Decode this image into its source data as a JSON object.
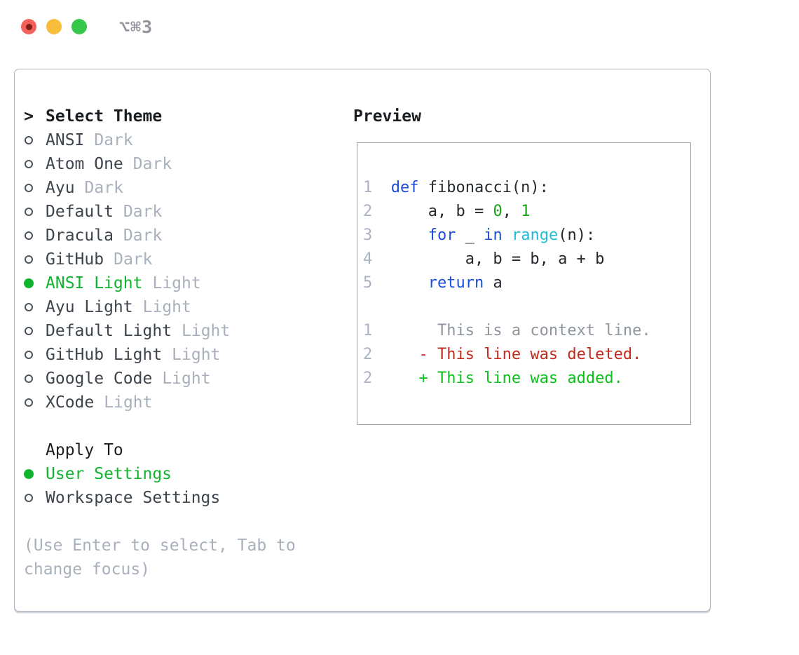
{
  "window": {
    "shortcut": "⌥⌘3"
  },
  "theme_panel": {
    "prefix": ">",
    "title": "Select Theme",
    "items": [
      {
        "name": "ANSI",
        "tag": "Dark",
        "selected": false
      },
      {
        "name": "Atom One",
        "tag": "Dark",
        "selected": false
      },
      {
        "name": "Ayu",
        "tag": "Dark",
        "selected": false
      },
      {
        "name": "Default",
        "tag": "Dark",
        "selected": false
      },
      {
        "name": "Dracula",
        "tag": "Dark",
        "selected": false
      },
      {
        "name": "GitHub",
        "tag": "Dark",
        "selected": false
      },
      {
        "name": "ANSI Light",
        "tag": "Light",
        "selected": true
      },
      {
        "name": "Ayu Light",
        "tag": "Light",
        "selected": false
      },
      {
        "name": "Default Light",
        "tag": "Light",
        "selected": false
      },
      {
        "name": "GitHub Light",
        "tag": "Light",
        "selected": false
      },
      {
        "name": "Google Code",
        "tag": "Light",
        "selected": false
      },
      {
        "name": "XCode",
        "tag": "Light",
        "selected": false
      }
    ]
  },
  "apply_panel": {
    "title": "Apply To",
    "items": [
      {
        "label": "User Settings",
        "selected": true
      },
      {
        "label": "Workspace Settings",
        "selected": false
      }
    ]
  },
  "hint": "(Use Enter to select, Tab to change focus)",
  "preview": {
    "title": "Preview",
    "code_lines": [
      {
        "num": "1",
        "segments": [
          {
            "text": "def",
            "cls": "kw"
          },
          {
            "text": " fibonacci(n):",
            "cls": "plain"
          }
        ]
      },
      {
        "num": "2",
        "segments": [
          {
            "text": "    a, b = ",
            "cls": "plain"
          },
          {
            "text": "0",
            "cls": "num"
          },
          {
            "text": ", ",
            "cls": "plain"
          },
          {
            "text": "1",
            "cls": "num"
          }
        ]
      },
      {
        "num": "3",
        "segments": [
          {
            "text": "    ",
            "cls": "plain"
          },
          {
            "text": "for",
            "cls": "kw"
          },
          {
            "text": " _ ",
            "cls": "plain"
          },
          {
            "text": "in",
            "cls": "kw"
          },
          {
            "text": " ",
            "cls": "plain"
          },
          {
            "text": "range",
            "cls": "fn"
          },
          {
            "text": "(n):",
            "cls": "plain"
          }
        ]
      },
      {
        "num": "4",
        "segments": [
          {
            "text": "        a, b = b, a + b",
            "cls": "plain"
          }
        ]
      },
      {
        "num": "5",
        "segments": [
          {
            "text": "    ",
            "cls": "plain"
          },
          {
            "text": "return",
            "cls": "kw"
          },
          {
            "text": " a",
            "cls": "plain"
          }
        ]
      },
      {
        "num": "",
        "segments": []
      },
      {
        "num": "1",
        "segments": [
          {
            "text": "     This is a context line.",
            "cls": "ctx"
          }
        ]
      },
      {
        "num": "2",
        "segments": [
          {
            "text": "   - This line was deleted.",
            "cls": "del"
          }
        ]
      },
      {
        "num": "2",
        "segments": [
          {
            "text": "   + This line was added.",
            "cls": "add"
          }
        ]
      }
    ]
  },
  "colors": {
    "accent": "#10b42e",
    "keyword_blue": "#1a4fd6",
    "function_cyan": "#22bdd4",
    "number_green": "#16a316",
    "deleted_red": "#c42b1c",
    "added_green": "#0cc11c",
    "muted_gray": "#a8b0bc",
    "traffic_red": "#f2605a",
    "traffic_yellow": "#f7bd3b",
    "traffic_green": "#34c74b"
  }
}
